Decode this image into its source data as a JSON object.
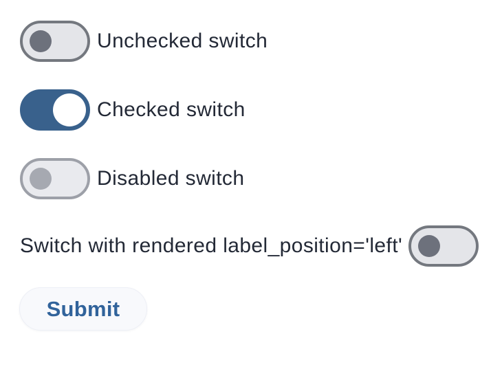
{
  "colors": {
    "checked_track": "#39618c",
    "unchecked_track": "#e4e5e9",
    "unchecked_border": "#74787f",
    "unchecked_thumb": "#6d717c",
    "disabled_track": "#e9eaee",
    "disabled_border": "#9da0a8",
    "disabled_thumb": "#a6a9b1",
    "label_text": "#232936",
    "submit_text": "#31639b",
    "submit_bg": "#f8f9fc"
  },
  "switches": [
    {
      "label": "Unchecked switch",
      "state": "unchecked",
      "label_position": "right"
    },
    {
      "label": "Checked switch",
      "state": "checked",
      "label_position": "right"
    },
    {
      "label": "Disabled switch",
      "state": "disabled",
      "label_position": "right"
    },
    {
      "label": "Switch with rendered label_position='left'",
      "state": "unchecked",
      "label_position": "left"
    }
  ],
  "submit_button": {
    "label": "Submit"
  }
}
